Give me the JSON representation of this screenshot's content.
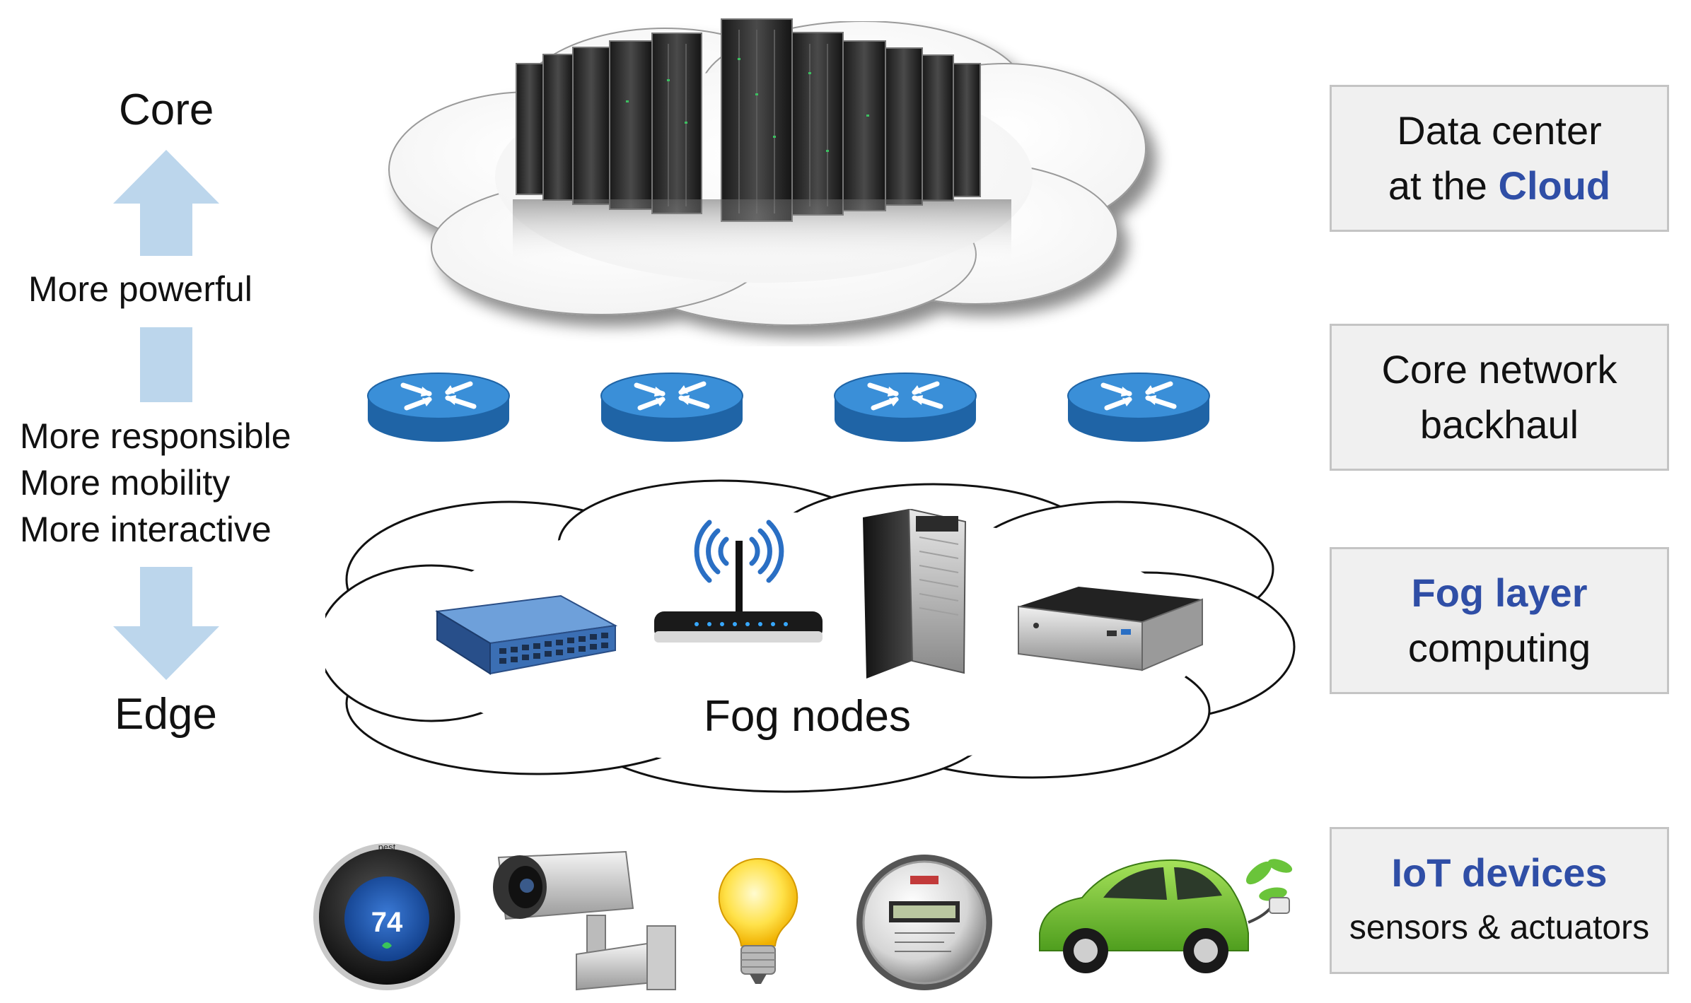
{
  "axis": {
    "top": "Core",
    "bottom": "Edge",
    "upper_caption": "More powerful",
    "lower_caption": [
      "More responsible",
      "More mobility",
      "More interactive"
    ]
  },
  "fog_cloud_label": "Fog nodes",
  "thermostat_brand": "nest",
  "thermostat_temp": "74",
  "layers": {
    "cloud": {
      "line1": "Data center",
      "line2_prefix": "at the ",
      "line2_highlight": "Cloud"
    },
    "core_network": {
      "line1": "Core network",
      "line2": "backhaul"
    },
    "fog": {
      "highlight": "Fog layer",
      "line2": "computing"
    },
    "iot": {
      "highlight": "IoT devices",
      "line2": "sensors & actuators"
    }
  },
  "icons": {
    "cloud": "cloud-icon",
    "server_rack": "server-rack-icon",
    "router": "router-icon",
    "switch": "network-switch-icon",
    "wifi_router": "wifi-router-icon",
    "tower_server": "tower-server-icon",
    "mini_pc": "mini-pc-icon",
    "thermostat": "thermostat-icon",
    "camera": "security-camera-icon",
    "bulb": "light-bulb-icon",
    "meter": "smart-meter-icon",
    "car": "electric-car-icon"
  },
  "colors": {
    "arrow": "#bcd6ec",
    "highlight": "#2f4ea6",
    "router": "#2f7fc4",
    "box_bg": "#f0f0f0",
    "box_border": "#c4c4c4",
    "car": "#78c832"
  }
}
